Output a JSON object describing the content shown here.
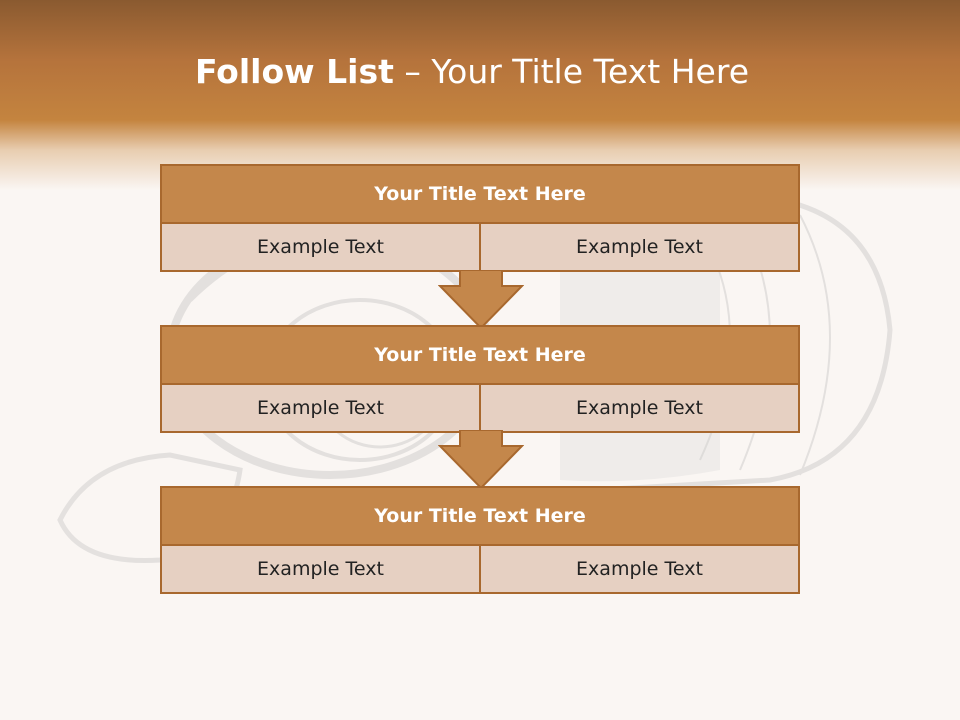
{
  "slide": {
    "title_bold": "Follow List",
    "title_dash": " – ",
    "title_rest": "Your Title Text Here"
  },
  "steps": [
    {
      "title": "Your Title Text Here",
      "left": "Example Text",
      "right": "Example Text"
    },
    {
      "title": "Your Title Text Here",
      "left": "Example Text",
      "right": "Example Text"
    },
    {
      "title": "Your Title Text Here",
      "left": "Example Text",
      "right": "Example Text"
    }
  ],
  "colors": {
    "header_top": "#8a5a30",
    "header_mid": "#c4843f",
    "box_title": "#c4874b",
    "box_border": "#a8682e",
    "box_body": "#e6d0c2",
    "background": "#faf6f3"
  },
  "icons": [
    "down-arrow-icon",
    "tin-can-illustration"
  ]
}
